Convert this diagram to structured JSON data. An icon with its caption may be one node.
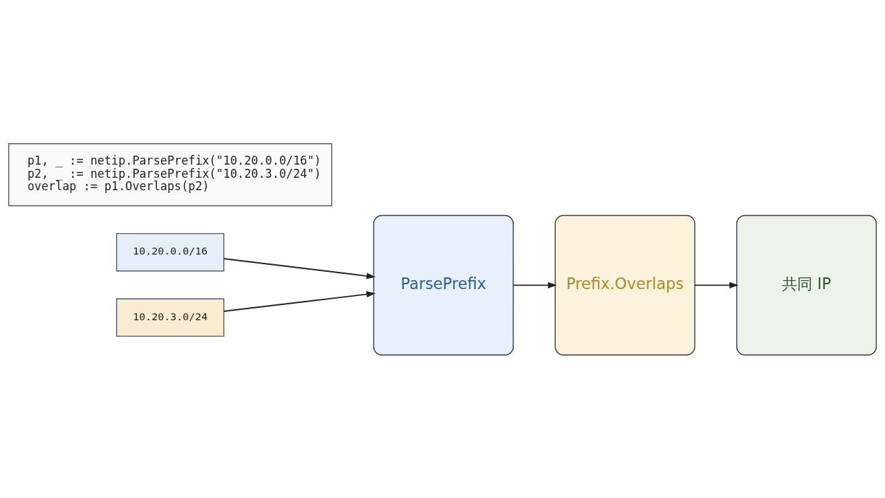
{
  "diagram": {
    "nodes": [
      {
        "text": [
          "10.20.0.0/16"
        ]
      },
      {
        "text": [
          "10.20.3.0/24"
        ]
      },
      {
        "text": [
          "ParsePrefix"
        ]
      },
      {
        "text": [
          "Prefix.Overlaps"
        ]
      },
      {
        "text": [
          "共同 IP"
        ]
      },
      {
        "text": [
          "p1, _ := netip.ParsePrefix(\"10.20.0.0/16\")",
          "p2, _ := netip.ParsePrefix(\"10.20.3.0/24\")",
          "overlap := p1.Overlaps(p2)"
        ]
      }
    ],
    "edges": [
      {
        "from": 0,
        "to": 2,
        "arrow": "to"
      },
      {
        "from": 1,
        "to": 2,
        "arrow": "to"
      },
      {
        "from": 2,
        "to": 3,
        "arrow": "to"
      },
      {
        "from": 3,
        "to": 4,
        "arrow": "to"
      }
    ]
  }
}
